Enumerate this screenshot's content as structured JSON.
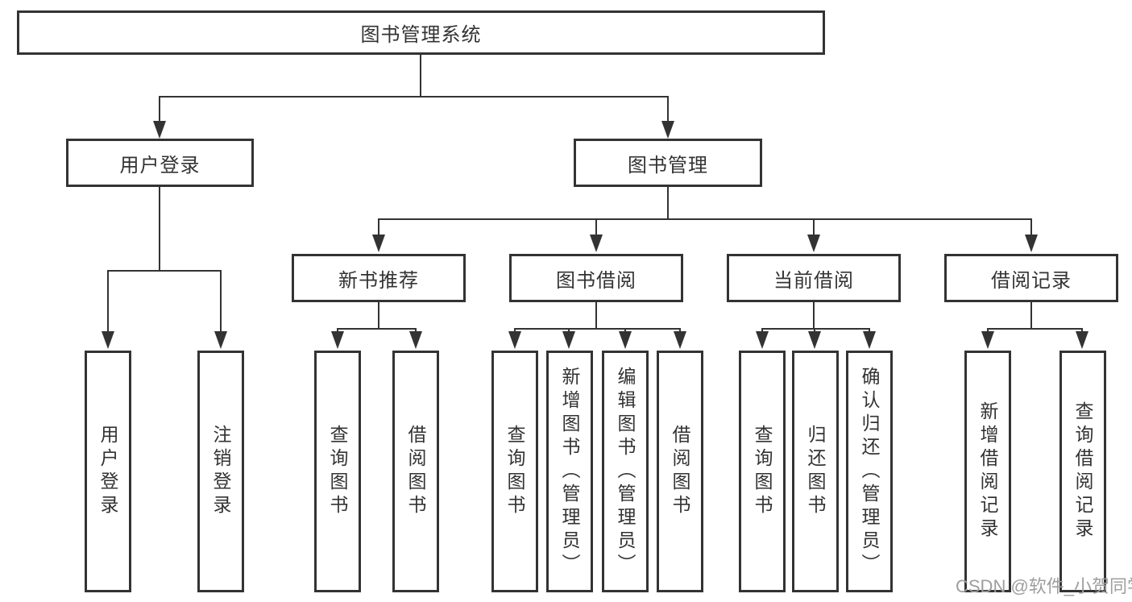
{
  "diagram": {
    "root": "图书管理系统",
    "branches": [
      {
        "label": "用户登录",
        "children": [
          "用户登录",
          "注销登录"
        ]
      },
      {
        "label": "图书管理",
        "children": [
          {
            "label": "新书推荐",
            "children": [
              "查询图书",
              "借阅图书"
            ]
          },
          {
            "label": "图书借阅",
            "children": [
              "查询图书",
              "新增图书（管理员）",
              "编辑图书（管理员）",
              "借阅图书"
            ]
          },
          {
            "label": "当前借阅",
            "children": [
              "查询图书",
              "归还图书",
              "确认归还（管理员）"
            ]
          },
          {
            "label": "借阅记录",
            "children": [
              "新增借阅记录",
              "查询借阅记录"
            ]
          }
        ]
      }
    ],
    "watermark": "CSDN @软件_小贺同学",
    "colors": {
      "line": "#333333",
      "box_background": "#ffffff",
      "watermark_text": "#9e9e9e"
    }
  }
}
